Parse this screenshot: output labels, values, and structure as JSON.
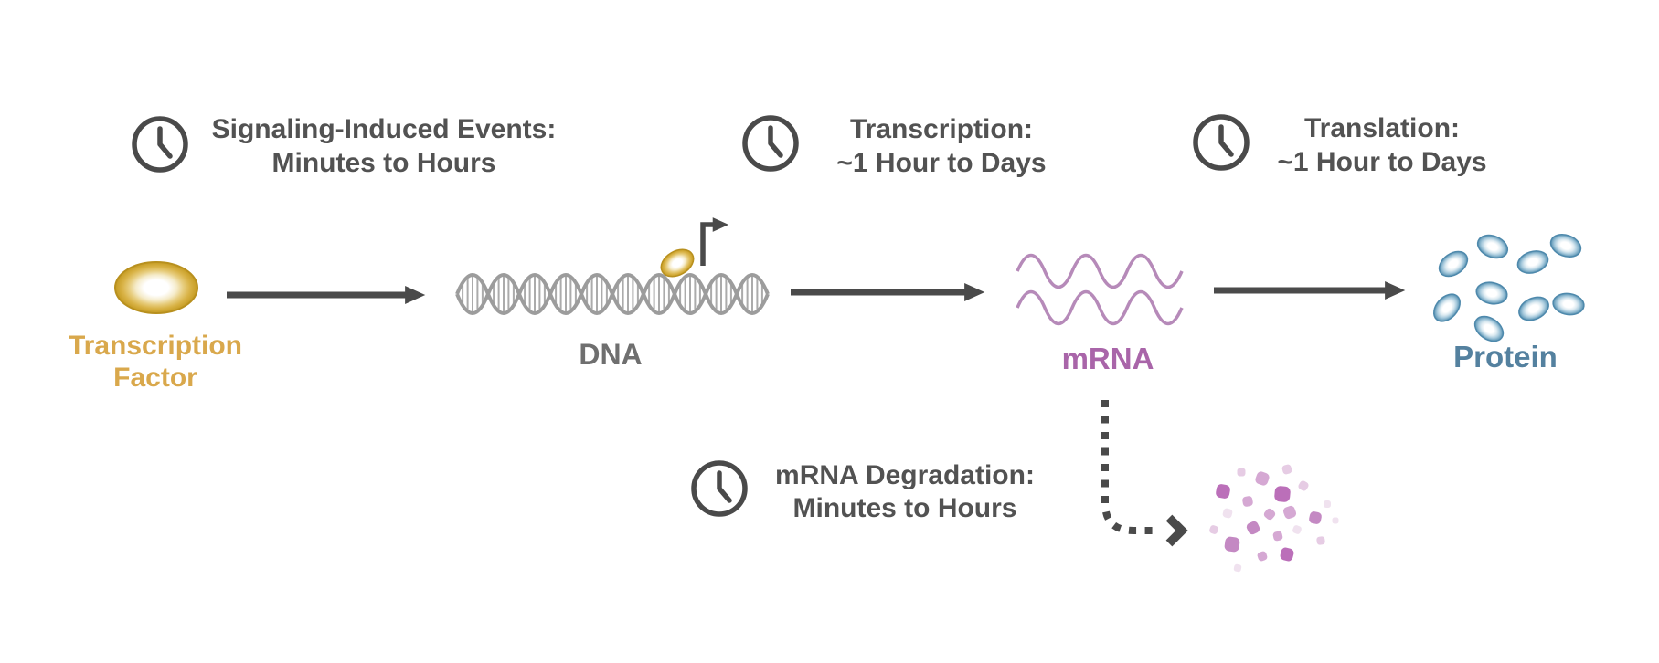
{
  "diagram": {
    "annotations": [
      {
        "line1": "Signaling-Induced Events:",
        "line2": "Minutes to Hours"
      },
      {
        "line1": "Transcription:",
        "line2": "~1 Hour to Days"
      },
      {
        "line1": "Translation:",
        "line2": "~1 Hour to Days"
      },
      {
        "line1": "mRNA Degradation:",
        "line2": "Minutes to Hours"
      }
    ],
    "nodes": {
      "transcription_factor": {
        "line1": "Transcription",
        "line2": "Factor",
        "label_color": "#D9A84C",
        "fill_outer": "#C59B22"
      },
      "dna": {
        "label": "DNA",
        "label_color": "#6F6F6F",
        "strand_color": "#9C9C9C",
        "rung_color": "#ABABAB"
      },
      "mrna": {
        "label": "mRNA",
        "label_color": "#A965A9",
        "wave_color": "#B68AB9"
      },
      "protein": {
        "label": "Protein",
        "label_color": "#54819F",
        "edge_color": "#4E89AC"
      },
      "degraded_mrna": {
        "shades": [
          "#BB6FB9",
          "#C489C3",
          "#D5A8D3",
          "#E6CCE4",
          "#F0E2EF"
        ]
      }
    },
    "colors": {
      "annotation_text": "#525252",
      "arrow": "#4A4A4A",
      "clock": "#4A4A4A",
      "background": "#FFFFFF"
    }
  }
}
